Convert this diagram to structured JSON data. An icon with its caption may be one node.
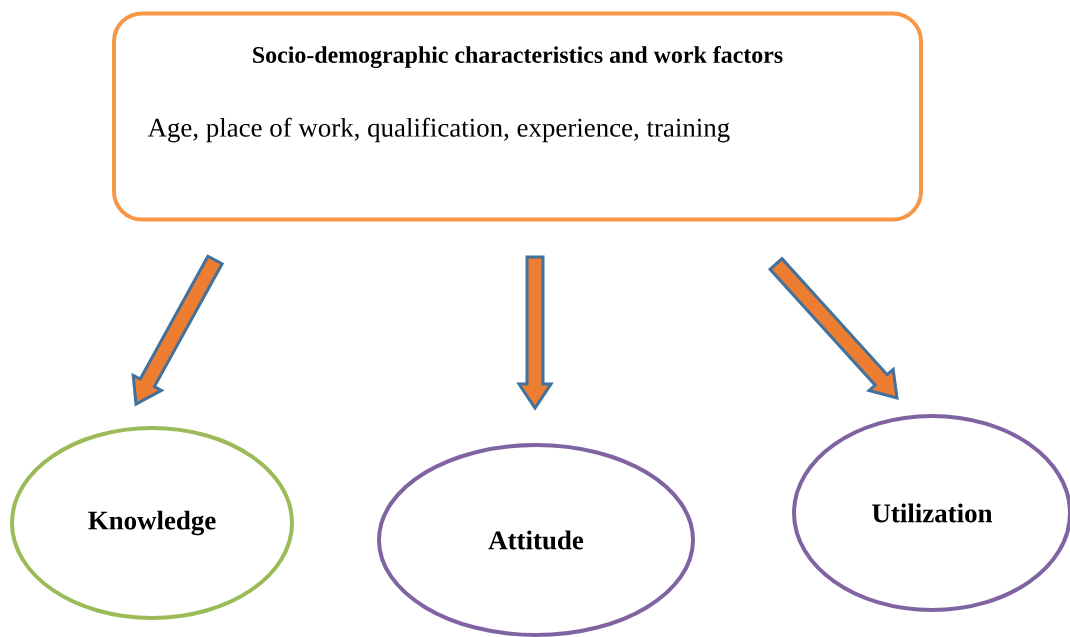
{
  "diagram": {
    "nodes": [
      {
        "text": [
          "Socio-demographic characteristics and work factors",
          "Age, place of work, qualification, experience, training"
        ]
      },
      {
        "text": [
          "Knowledge"
        ]
      },
      {
        "text": [
          "Attitude"
        ]
      },
      {
        "text": [
          "Utilization"
        ]
      }
    ],
    "edges": [
      {
        "from": 0,
        "to": 1,
        "arrow": "to"
      },
      {
        "from": 0,
        "to": 2,
        "arrow": "to"
      },
      {
        "from": 0,
        "to": 3,
        "arrow": "to"
      }
    ]
  }
}
